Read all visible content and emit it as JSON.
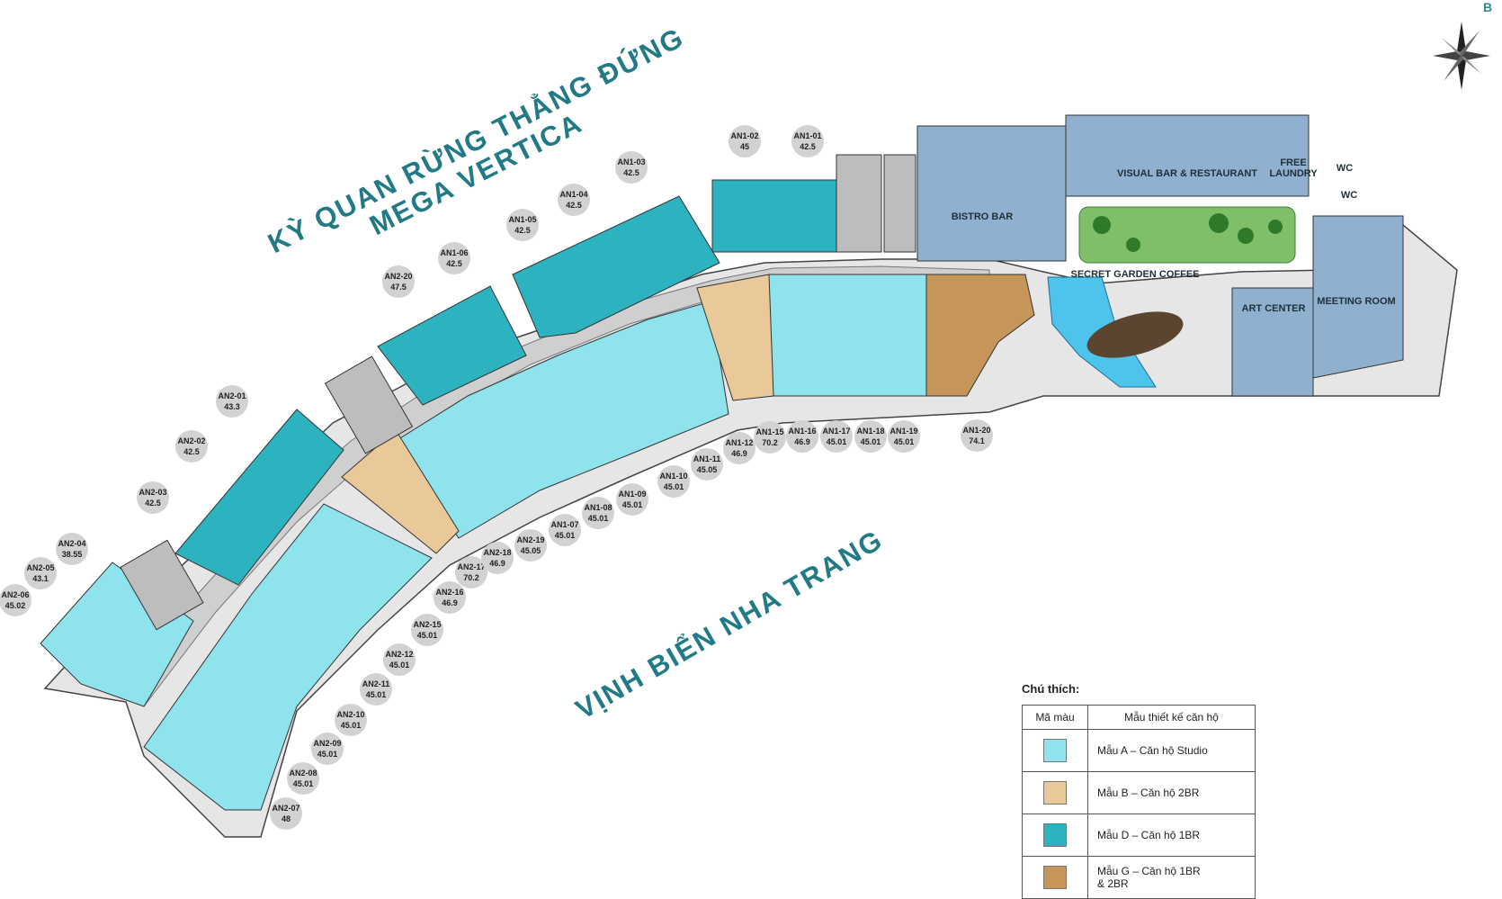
{
  "headings": {
    "forest_line1": "KỲ QUAN RỪNG THẲNG ĐỨNG",
    "forest_line2": "MEGA VERTICA",
    "bay": "VỊNH BIỂN NHA TRANG"
  },
  "compass": {
    "north_label": "B",
    "icon": "compass-rose-icon"
  },
  "facilities": {
    "visual_bar": "VISUAL BAR & RESTAURANT",
    "bistro_bar": "BISTRO BAR",
    "free_laundry": "FREE\nLAUNDRY",
    "wc1": "WC",
    "wc2": "WC",
    "secret_garden": "SECRET GARDEN COFFEE",
    "art_center": "ART CENTER",
    "meeting_room": "MEETING ROOM"
  },
  "colors": {
    "studio": "#8fe3ec",
    "two_br": "#e9c89a",
    "one_br": "#2cb3bf",
    "one_two_br": "#c5955a",
    "amenity": "#8fb1cf",
    "corridor": "#c9c9c9",
    "accent": "#227a87"
  },
  "units": [
    {
      "code": "AN1-01",
      "area": "42.5"
    },
    {
      "code": "AN1-02",
      "area": "45"
    },
    {
      "code": "AN1-03",
      "area": "42.5"
    },
    {
      "code": "AN1-04",
      "area": "42.5"
    },
    {
      "code": "AN1-05",
      "area": "42.5"
    },
    {
      "code": "AN1-06",
      "area": "42.5"
    },
    {
      "code": "AN2-20",
      "area": "47.5"
    },
    {
      "code": "AN2-01",
      "area": "43.3"
    },
    {
      "code": "AN2-02",
      "area": "42.5"
    },
    {
      "code": "AN2-03",
      "area": "42.5"
    },
    {
      "code": "AN2-04",
      "area": "38.55"
    },
    {
      "code": "AN2-05",
      "area": "43.1"
    },
    {
      "code": "AN2-06",
      "area": "45.02"
    },
    {
      "code": "AN2-07",
      "area": "48"
    },
    {
      "code": "AN2-08",
      "area": "45.01"
    },
    {
      "code": "AN2-09",
      "area": "45.01"
    },
    {
      "code": "AN2-10",
      "area": "45.01"
    },
    {
      "code": "AN2-11",
      "area": "45.01"
    },
    {
      "code": "AN2-12",
      "area": "45.01"
    },
    {
      "code": "AN2-15",
      "area": "45.01"
    },
    {
      "code": "AN2-16",
      "area": "46.9"
    },
    {
      "code": "AN2-17",
      "area": "70.2"
    },
    {
      "code": "AN2-18",
      "area": "46.9"
    },
    {
      "code": "AN2-19",
      "area": "45.05"
    },
    {
      "code": "AN1-07",
      "area": "45.01"
    },
    {
      "code": "AN1-08",
      "area": "45.01"
    },
    {
      "code": "AN1-09",
      "area": "45.01"
    },
    {
      "code": "AN1-10",
      "area": "45.01"
    },
    {
      "code": "AN1-11",
      "area": "45.05"
    },
    {
      "code": "AN1-12",
      "area": "46.9"
    },
    {
      "code": "AN1-15",
      "area": "70.2"
    },
    {
      "code": "AN1-16",
      "area": "46.9"
    },
    {
      "code": "AN1-17",
      "area": "45.01"
    },
    {
      "code": "AN1-18",
      "area": "45.01"
    },
    {
      "code": "AN1-19",
      "area": "45.01"
    },
    {
      "code": "AN1-20",
      "area": "74.1"
    }
  ],
  "legend": {
    "title": "Chú thích:",
    "col_color": "Mã màu",
    "col_design": "Mẫu thiết kế căn hộ",
    "rows": [
      {
        "label": "Mẫu A – Căn hộ Studio",
        "color": "#8fe3ec"
      },
      {
        "label": "Mẫu B – Căn hộ 2BR",
        "color": "#e9c89a"
      },
      {
        "label": "Mẫu D – Căn hộ 1BR",
        "color": "#2cb3bf"
      },
      {
        "label": "Mẫu G – Căn hộ 1BR\n& 2BR",
        "color": "#c5955a"
      }
    ]
  }
}
